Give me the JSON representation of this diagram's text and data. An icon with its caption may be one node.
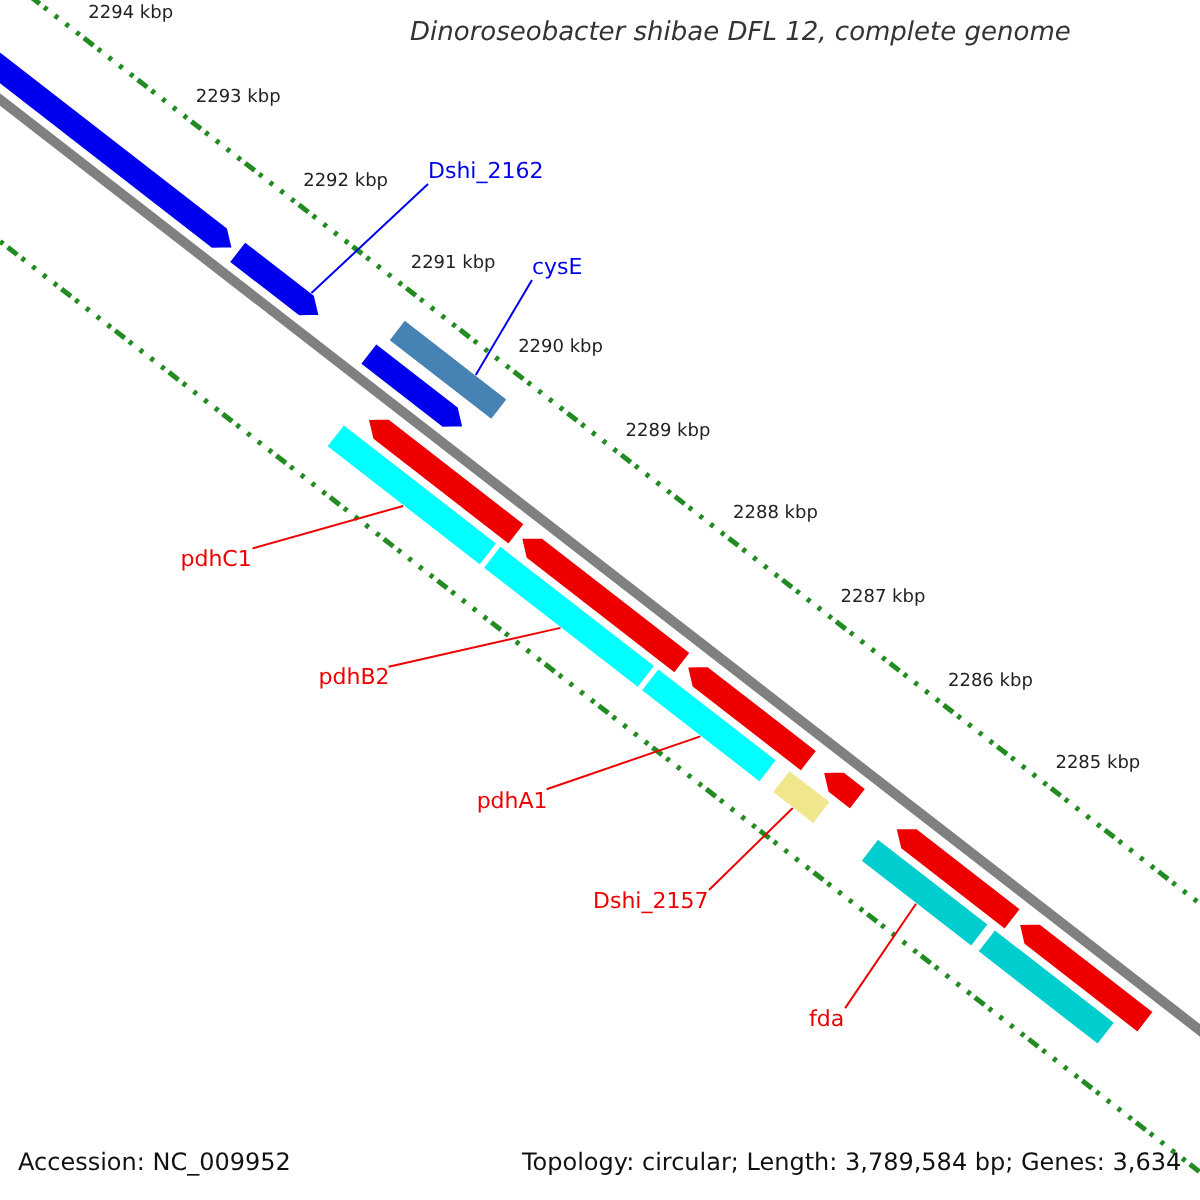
{
  "diagram": {
    "title": "Dinoroseobacter shibae DFL 12, complete genome",
    "nodes": [
      {
        "text": [],
        "shape": "bar"
      },
      {
        "text": [],
        "shape": "bar"
      },
      {
        "text": [],
        "shape": "bar"
      },
      {
        "text": [],
        "shape": "bar"
      },
      {
        "text": [],
        "shape": "bar"
      },
      {
        "text": [],
        "shape": "bar"
      },
      {
        "text": [],
        "shape": "bar"
      },
      {
        "text": [],
        "shape": "bar"
      },
      {
        "text": [],
        "shape": "bar"
      },
      {
        "text": [],
        "shape": "bar"
      },
      {
        "text": [],
        "shape": "bar"
      },
      {
        "text": [],
        "shape": "bar"
      },
      {
        "text": [],
        "shape": "bar"
      },
      {
        "text": [],
        "shape": "bar"
      },
      {
        "text": [],
        "shape": "bar"
      },
      {
        "text": [],
        "shape": "bar"
      },
      {
        "text": [
          "Dshi_2162"
        ]
      },
      {
        "text": [
          "cysE"
        ]
      },
      {
        "text": [
          "pdhC1"
        ]
      },
      {
        "text": [
          "pdhB2"
        ]
      },
      {
        "text": [
          "pdhA1"
        ]
      },
      {
        "text": [
          "Dshi_2157"
        ]
      },
      {
        "text": [
          "fda"
        ]
      }
    ],
    "edges": [
      {
        "from": 16,
        "to": 1,
        "arrow": "none",
        "color": "#0000ee"
      },
      {
        "from": 17,
        "to": 2,
        "arrow": "none",
        "color": "#0000ee"
      },
      {
        "from": 18,
        "to": 5,
        "arrow": "none"
      },
      {
        "from": 19,
        "to": 7,
        "arrow": "none"
      },
      {
        "from": 20,
        "to": 9,
        "arrow": "none"
      },
      {
        "from": 21,
        "to": 11,
        "arrow": "none"
      },
      {
        "from": 22,
        "to": 13,
        "arrow": "none"
      }
    ],
    "labels": [
      "2294 kbp",
      "2293 kbp",
      "2292 kbp",
      "2291 kbp",
      "2290 kbp",
      "2289 kbp",
      "2288 kbp",
      "2287 kbp",
      "2286 kbp",
      "2285 kbp",
      "Accession: NC_009952",
      "Topology: circular; Length: 3,789,584 bp; Genes: 3,634"
    ]
  }
}
